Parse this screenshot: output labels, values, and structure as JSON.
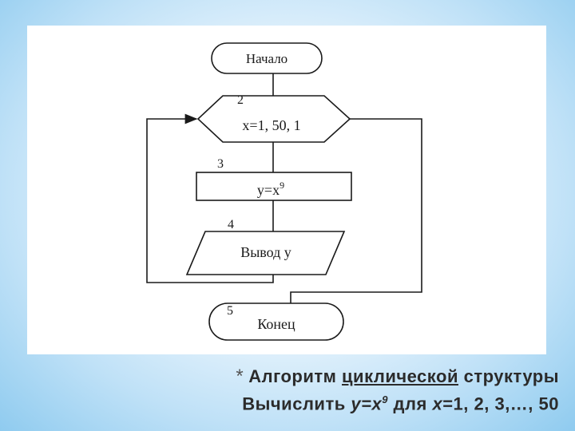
{
  "flowchart": {
    "nodes": [
      {
        "id": "start",
        "shape": "terminal",
        "label": "Начало",
        "number": ""
      },
      {
        "id": "loop",
        "shape": "hexagon",
        "label": "x=1, 50, 1",
        "number": "2"
      },
      {
        "id": "process",
        "shape": "rectangle",
        "label": "y=x",
        "label_sup": "9",
        "number": "3"
      },
      {
        "id": "output",
        "shape": "parallelogram",
        "label": "Вывод y",
        "number": "4"
      },
      {
        "id": "end",
        "shape": "terminal",
        "label": "Конец",
        "number": "5"
      }
    ]
  },
  "caption": {
    "asterisk": "*",
    "line1_a": "Алгоритм ",
    "line1_b": "циклической",
    "line1_c": " структуры",
    "line2_a": "Вычислить ",
    "line2_formula": "y=x",
    "line2_sup": "9",
    "line2_b": " для ",
    "line2_var": "x",
    "line2_c": "=1,  2,  3,…, 50"
  }
}
